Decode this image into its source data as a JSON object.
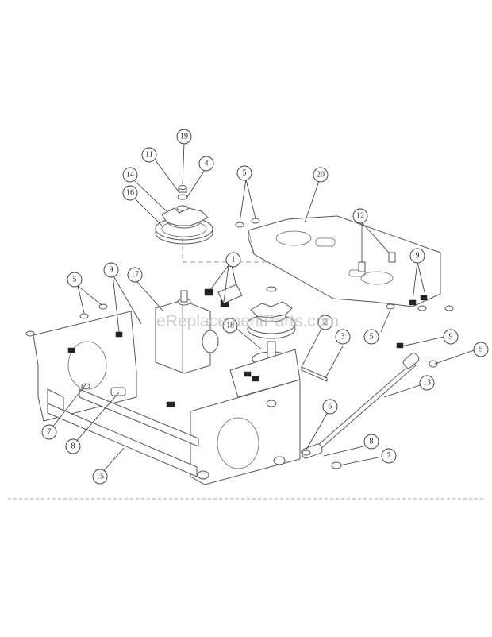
{
  "watermark": "eReplacementParts.com",
  "callouts": [
    {
      "id": "c19a",
      "label": "19"
    },
    {
      "id": "c11",
      "label": "11"
    },
    {
      "id": "c4",
      "label": "4"
    },
    {
      "id": "c14",
      "label": "14"
    },
    {
      "id": "c16",
      "label": "16"
    },
    {
      "id": "c5a",
      "label": "5"
    },
    {
      "id": "c20",
      "label": "20"
    },
    {
      "id": "c12",
      "label": "12"
    },
    {
      "id": "c9a",
      "label": "9"
    },
    {
      "id": "c5b",
      "label": "5"
    },
    {
      "id": "c9b",
      "label": "9"
    },
    {
      "id": "c17",
      "label": "17"
    },
    {
      "id": "c1",
      "label": "1"
    },
    {
      "id": "c5c",
      "label": "5"
    },
    {
      "id": "c18",
      "label": "18"
    },
    {
      "id": "c2",
      "label": "2"
    },
    {
      "id": "c3",
      "label": "3"
    },
    {
      "id": "c9c",
      "label": "9"
    },
    {
      "id": "c5d",
      "label": "5"
    },
    {
      "id": "c13",
      "label": "13"
    },
    {
      "id": "c7a",
      "label": "7"
    },
    {
      "id": "c8a",
      "label": "8"
    },
    {
      "id": "c5e",
      "label": "5"
    },
    {
      "id": "c8b",
      "label": "8"
    },
    {
      "id": "c7b",
      "label": "7"
    },
    {
      "id": "c15",
      "label": "15"
    }
  ]
}
